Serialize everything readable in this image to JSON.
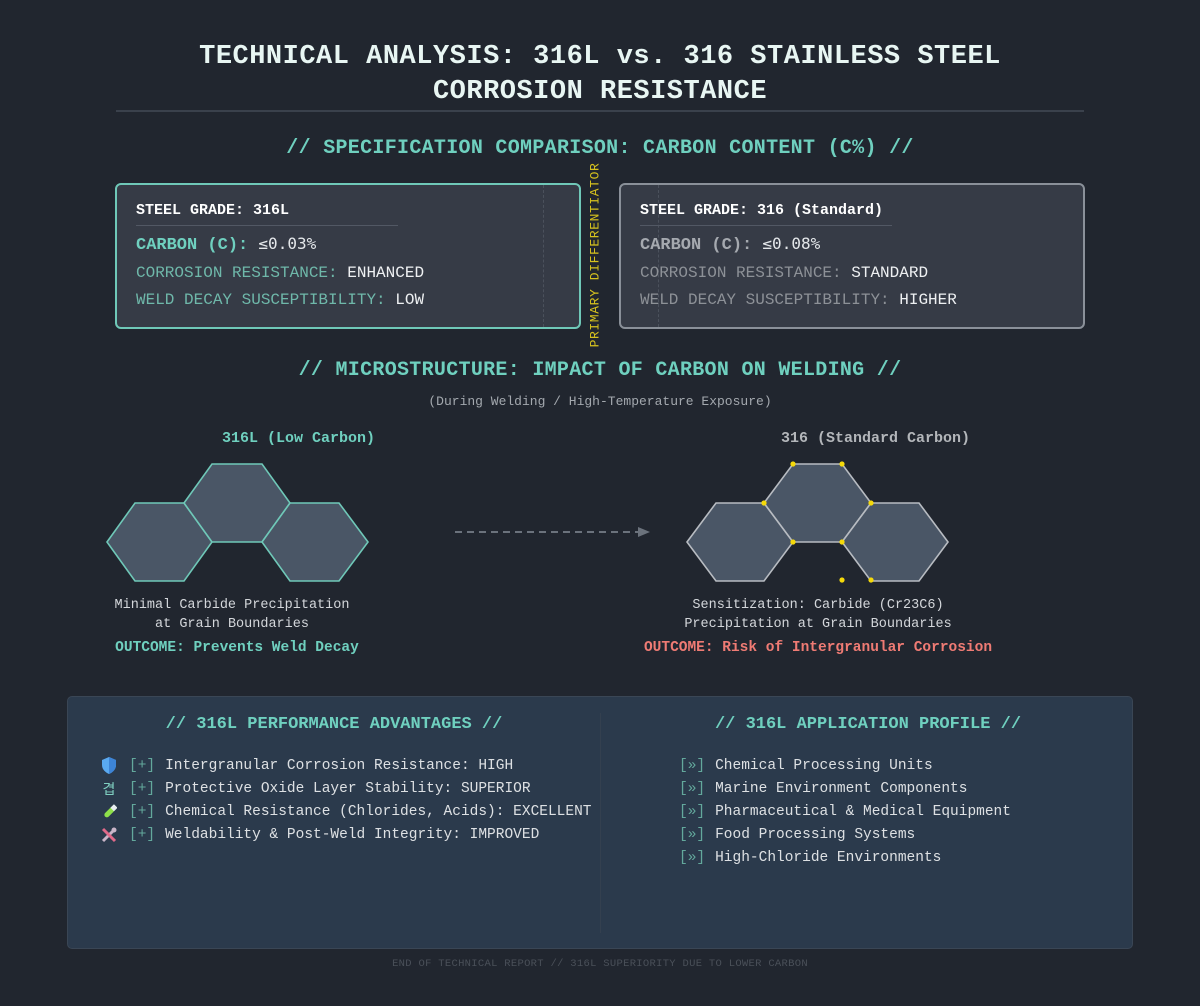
{
  "header": {
    "title_line1": "TECHNICAL ANALYSIS: 316L vs. 316 STAINLESS STEEL",
    "title_line2": "CORROSION RESISTANCE"
  },
  "spec_section": {
    "heading": "// SPECIFICATION COMPARISON: CARBON CONTENT (C%) //",
    "vertical_label": "PRIMARY DIFFERENTIATOR",
    "grade_316L": {
      "title": "STEEL GRADE: 316L",
      "carbon_label": "CARBON (C):",
      "carbon_value": "≤0.03%",
      "corrosion_label": "CORROSION RESISTANCE:",
      "corrosion_value": "ENHANCED",
      "weld_label": "WELD DECAY SUSCEPTIBILITY:",
      "weld_value": "LOW",
      "border_color": "#6fc8b8"
    },
    "grade_316": {
      "title": "STEEL GRADE: 316 (Standard)",
      "carbon_label": "CARBON (C):",
      "carbon_value": "≤0.08%",
      "corrosion_label": "CORROSION RESISTANCE:",
      "corrosion_value": "STANDARD",
      "weld_label": "WELD DECAY SUSCEPTIBILITY:",
      "weld_value": "HIGHER",
      "border_color": "#8a9099"
    }
  },
  "micro_section": {
    "heading": "// MICROSTRUCTURE: IMPACT OF CARBON ON WELDING //",
    "subheading": "(During Welding / High-Temperature Exposure)",
    "left": {
      "label": "316L (Low Carbon)",
      "caption_line1": "Minimal Carbide Precipitation",
      "caption_line2": "at Grain Boundaries",
      "outcome": "OUTCOME: Prevents Weld Decay",
      "grain_stroke": "#6fc8b8"
    },
    "right": {
      "label": "316 (Standard Carbon)",
      "caption_line1": "Sensitization: Carbide (Cr23C6)",
      "caption_line2": "Precipitation at Grain Boundaries",
      "outcome": "OUTCOME: Risk of Intergranular Corrosion",
      "grain_stroke": "#b8bcc2",
      "carbide_color": "#f5d90a"
    },
    "arrow_icon": "dashed-arrow-right"
  },
  "advantages": {
    "heading": "// 316L PERFORMANCE ADVANTAGES //",
    "items": [
      {
        "icon": "shield-icon",
        "glyph": "🛡",
        "marker": "[+]",
        "text": "Intergranular Corrosion Resistance: HIGH"
      },
      {
        "icon": "layer-glyph-icon",
        "glyph": "겹",
        "marker": "[+]",
        "text": "Protective Oxide Layer Stability: SUPERIOR"
      },
      {
        "icon": "test-tube-icon",
        "glyph": "🧪",
        "marker": "[+]",
        "text": "Chemical Resistance (Chlorides, Acids): EXCELLENT"
      },
      {
        "icon": "tools-icon",
        "glyph": "🛠",
        "marker": "[+]",
        "text": "Weldability & Post-Weld Integrity: IMPROVED"
      }
    ]
  },
  "applications": {
    "heading": "// 316L APPLICATION PROFILE //",
    "items": [
      {
        "marker": "[»]",
        "text": "Chemical Processing Units"
      },
      {
        "marker": "[»]",
        "text": "Marine Environment Components"
      },
      {
        "marker": "[»]",
        "text": "Pharmaceutical & Medical Equipment"
      },
      {
        "marker": "[»]",
        "text": "Food Processing Systems"
      },
      {
        "marker": "[»]",
        "text": "High-Chloride Environments"
      }
    ]
  },
  "footer": {
    "text": "END OF TECHNICAL REPORT // 316L SUPERIORITY DUE TO LOWER CARBON"
  },
  "colors": {
    "background": "#21262f",
    "accent_teal": "#6fd0bf",
    "warning_red": "#ef7b74",
    "highlight_yellow": "#d6c21e",
    "panel_bg": "#2b3a4c"
  }
}
